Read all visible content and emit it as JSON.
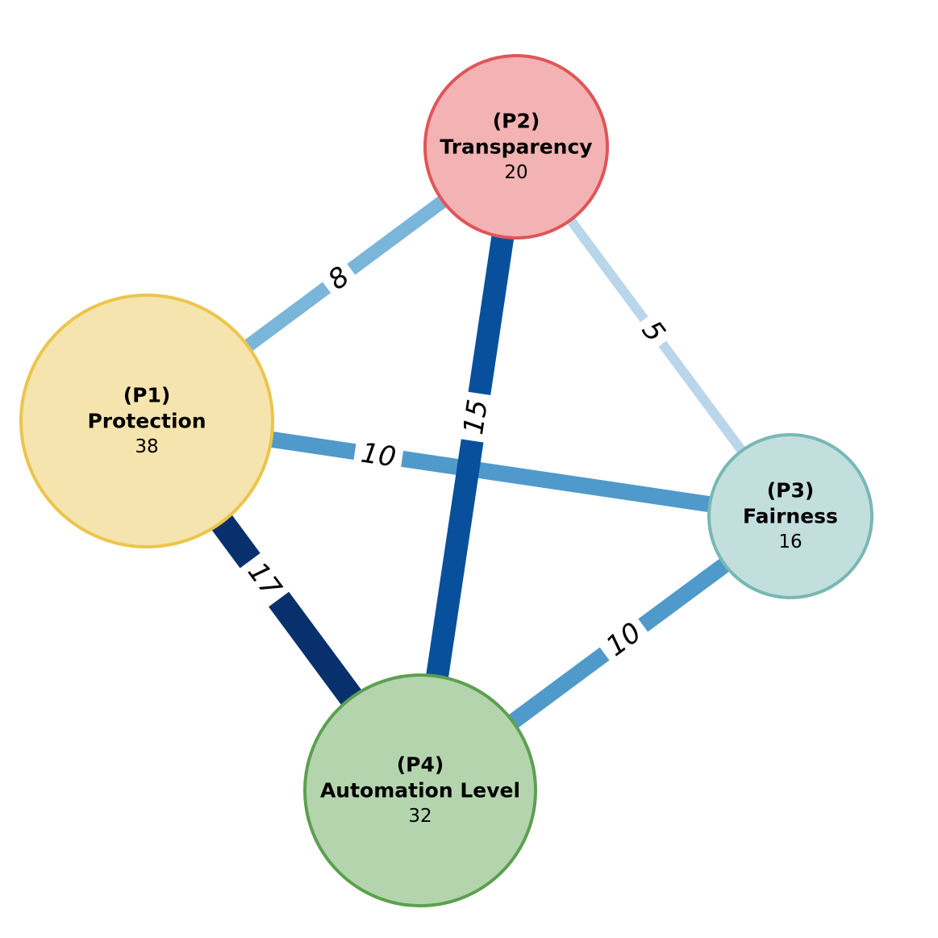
{
  "nodes": [
    {
      "id": "p1",
      "code": "(P1)",
      "name": "Protection",
      "value": "38",
      "fill": "#f6e4ae",
      "stroke": "#ebc54c"
    },
    {
      "id": "p2",
      "code": "(P2)",
      "name": "Transparency",
      "value": "20",
      "fill": "#f3b2b3",
      "stroke": "#e05558"
    },
    {
      "id": "p3",
      "code": "(P3)",
      "name": "Fairness",
      "value": "16",
      "fill": "#c3dfdd",
      "stroke": "#77b8b4"
    },
    {
      "id": "p4",
      "code": "(P4)",
      "name": "Automation Level",
      "value": "32",
      "fill": "#b4d4ae",
      "stroke": "#5ba04f"
    }
  ],
  "edges": [
    {
      "from": "p1",
      "to": "p2",
      "label": "8",
      "weight": 8,
      "color": "#7ab5da"
    },
    {
      "from": "p2",
      "to": "p3",
      "label": "5",
      "weight": 5,
      "color": "#bad6eb"
    },
    {
      "from": "p1",
      "to": "p3",
      "label": "10",
      "weight": 10,
      "color": "#4f9acb"
    },
    {
      "from": "p3",
      "to": "p4",
      "label": "10",
      "weight": 10,
      "color": "#4f9acb"
    },
    {
      "from": "p2",
      "to": "p4",
      "label": "15",
      "weight": 15,
      "color": "#08509c"
    },
    {
      "from": "p1",
      "to": "p4",
      "label": "17",
      "weight": 17,
      "color": "#08306c"
    }
  ]
}
